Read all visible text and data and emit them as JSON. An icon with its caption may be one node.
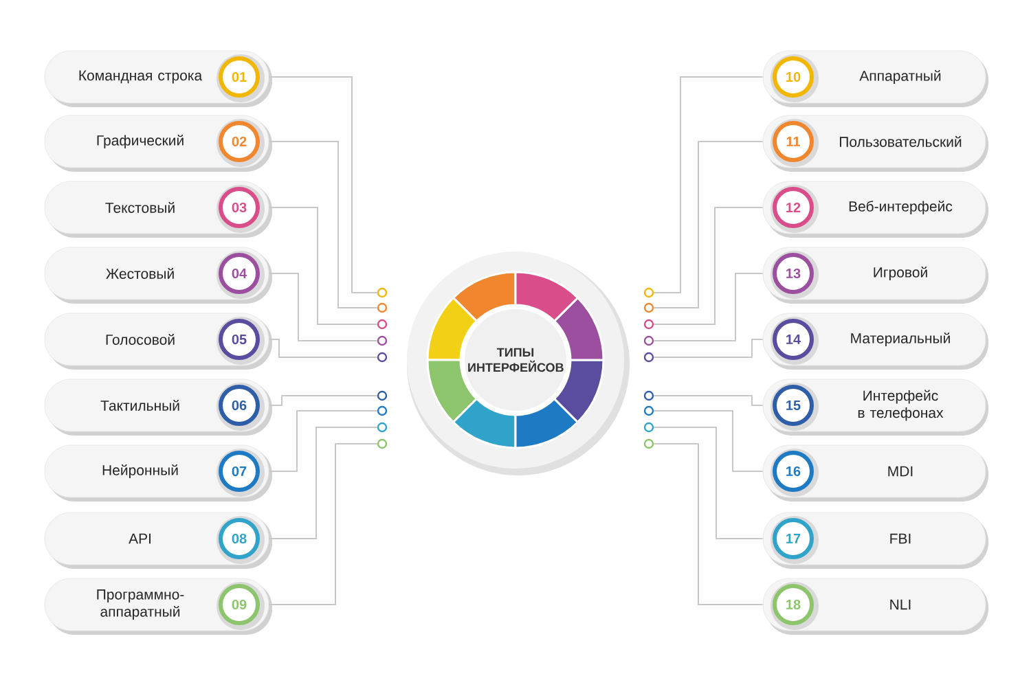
{
  "diagram": {
    "nodes": [
      {
        "text": [
          "ТИПЫ ИНТЕРФЕЙСОВ"
        ]
      },
      {
        "text": [
          "Командная строка",
          "01"
        ]
      },
      {
        "text": [
          "Графический",
          "02"
        ]
      },
      {
        "text": [
          "Текстовый",
          "03"
        ]
      },
      {
        "text": [
          "Жестовый",
          "04"
        ]
      },
      {
        "text": [
          "Голосовой",
          "05"
        ]
      },
      {
        "text": [
          "Тактильный",
          "06"
        ]
      },
      {
        "text": [
          "Нейронный",
          "07"
        ]
      },
      {
        "text": [
          "API",
          "08"
        ]
      },
      {
        "text": [
          "Программно-аппаратный",
          "09"
        ]
      },
      {
        "text": [
          "10",
          "Аппаратный"
        ]
      },
      {
        "text": [
          "11",
          "Пользовательский"
        ]
      },
      {
        "text": [
          "12",
          "Веб-интерфейс"
        ]
      },
      {
        "text": [
          "13",
          "Игровой"
        ]
      },
      {
        "text": [
          "14",
          "Материальный"
        ]
      },
      {
        "text": [
          "15",
          "Интерфейс в телефонах"
        ]
      },
      {
        "text": [
          "16",
          "MDI"
        ]
      },
      {
        "text": [
          "17",
          "FBI"
        ]
      },
      {
        "text": [
          "18",
          "NLI"
        ]
      },
      {
        "text": [],
        "shape": "circle"
      },
      {
        "text": [],
        "shape": "circle"
      },
      {
        "text": [],
        "shape": "circle"
      },
      {
        "text": [],
        "shape": "circle"
      },
      {
        "text": [],
        "shape": "circle"
      },
      {
        "text": [],
        "shape": "circle"
      },
      {
        "text": [],
        "shape": "circle"
      },
      {
        "text": [],
        "shape": "circle"
      },
      {
        "text": [],
        "shape": "circle"
      },
      {
        "text": [],
        "shape": "circle"
      },
      {
        "text": [],
        "shape": "circle"
      },
      {
        "text": [],
        "shape": "circle"
      },
      {
        "text": [],
        "shape": "circle"
      },
      {
        "text": [],
        "shape": "circle"
      },
      {
        "text": [],
        "shape": "circle"
      },
      {
        "text": [],
        "shape": "circle"
      },
      {
        "text": [],
        "shape": "circle"
      },
      {
        "text": [],
        "shape": "circle"
      }
    ],
    "edges": [
      {
        "from": 1,
        "to": 19,
        "arrow": "none"
      },
      {
        "from": 2,
        "to": 20,
        "arrow": "none"
      },
      {
        "from": 3,
        "to": 21,
        "arrow": "none"
      },
      {
        "from": 4,
        "to": 22,
        "arrow": "none"
      },
      {
        "from": 5,
        "to": 23,
        "arrow": "none"
      },
      {
        "from": 6,
        "to": 24,
        "arrow": "none"
      },
      {
        "from": 7,
        "to": 25,
        "arrow": "none"
      },
      {
        "from": 8,
        "to": 26,
        "arrow": "none"
      },
      {
        "from": 9,
        "to": 27,
        "arrow": "none"
      },
      {
        "from": 10,
        "to": 28,
        "arrow": "none"
      },
      {
        "from": 11,
        "to": 29,
        "arrow": "none"
      },
      {
        "from": 12,
        "to": 30,
        "arrow": "none"
      },
      {
        "from": 13,
        "to": 31,
        "arrow": "none"
      },
      {
        "from": 14,
        "to": 32,
        "arrow": "none"
      },
      {
        "from": 15,
        "to": 33,
        "arrow": "none"
      },
      {
        "from": 16,
        "to": 34,
        "arrow": "none"
      },
      {
        "from": 17,
        "to": 35,
        "arrow": "none"
      },
      {
        "from": 18,
        "to": 36,
        "arrow": "none"
      }
    ]
  }
}
